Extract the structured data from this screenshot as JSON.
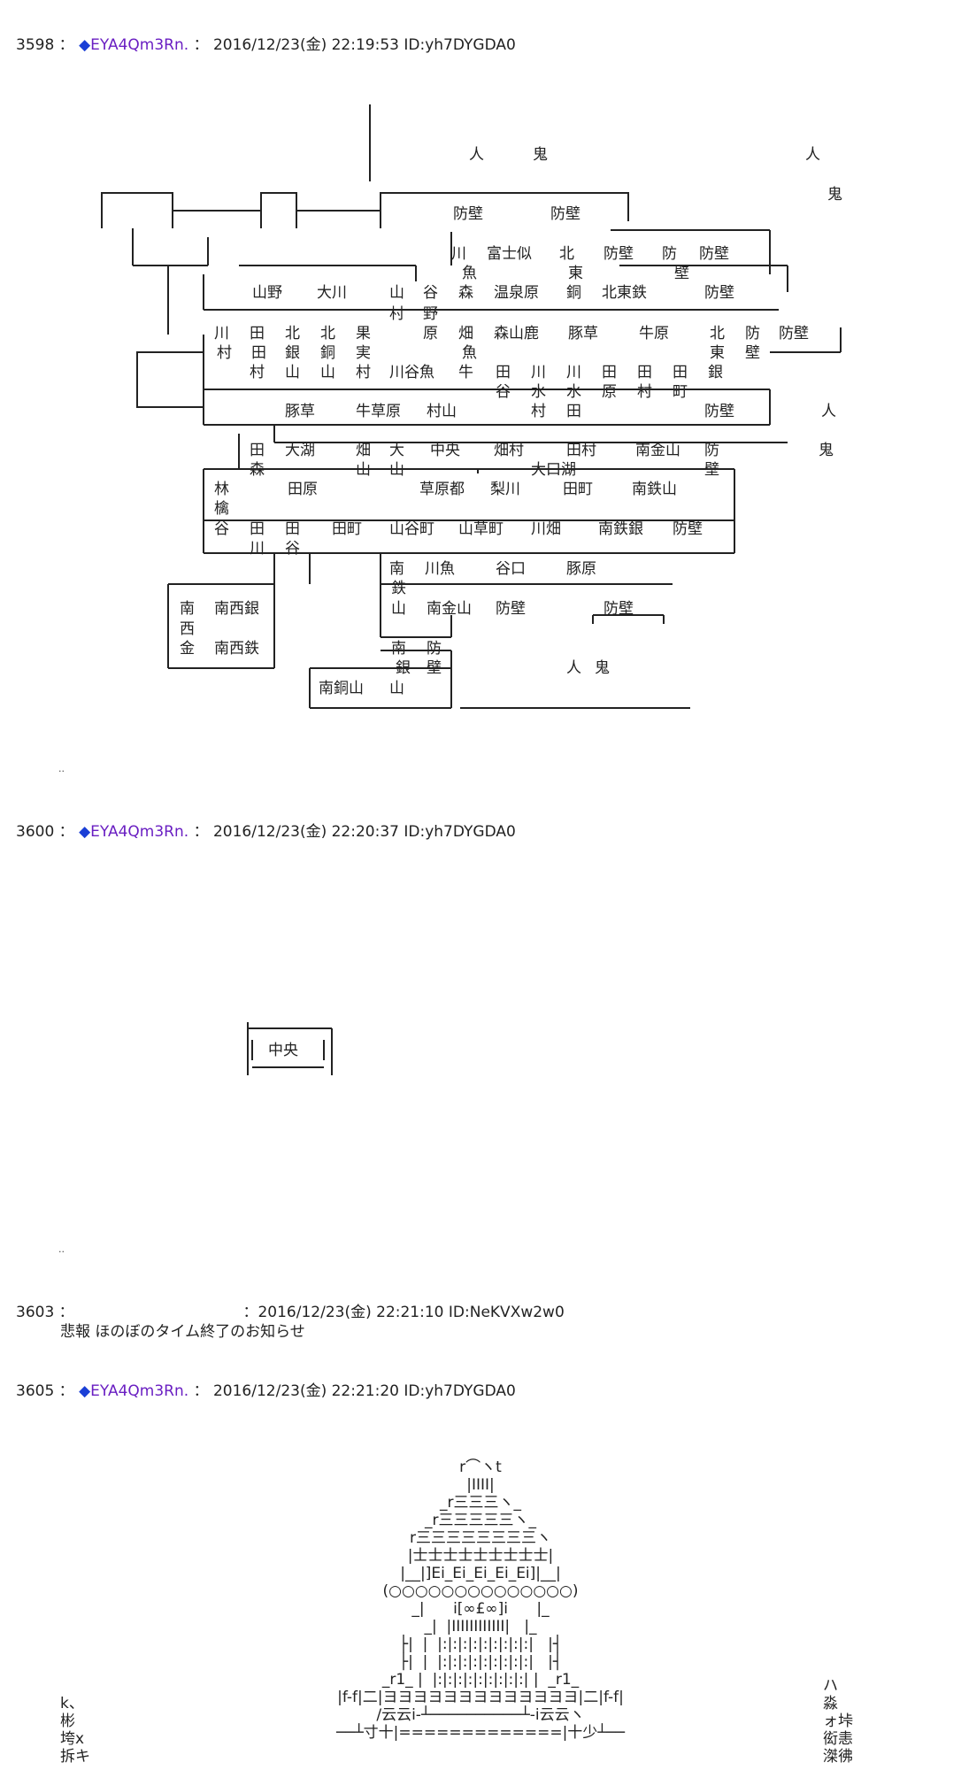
{
  "posts": [
    {
      "number": "3598",
      "diamond": "◆",
      "trip": "EYA4Qm3Rn.",
      "sep": "：",
      "date": "2016/12/23(金) 22:19:53",
      "id": "ID:yh7DYGDA0"
    },
    {
      "number": "3600",
      "diamond": "◆",
      "trip": "EYA4Qm3Rn.",
      "sep": "：",
      "date": "2016/12/23(金) 22:20:37",
      "id": "ID:yh7DYGDA0"
    },
    {
      "number": "3603",
      "diamond": "",
      "trip": "",
      "sep": "：",
      "date": "：2016/12/23(金) 22:21:10",
      "id": "ID:NeKVXw2w0",
      "body": "悲報 ほのぼのタイム終了のお知らせ"
    },
    {
      "number": "3605",
      "diamond": "◆",
      "trip": "EYA4Qm3Rn.",
      "sep": "：",
      "date": "2016/12/23(金) 22:21:20",
      "id": "ID:yh7DYGDA0"
    }
  ],
  "ellipsis": "..",
  "map_labels": [
    "人",
    "鬼",
    "人",
    "鬼",
    "防壁",
    "防壁",
    "川",
    "富士似",
    "北",
    "防壁",
    "防",
    "防壁",
    "魚",
    "東",
    "壁",
    "山野",
    "大川",
    "山",
    "谷",
    "森",
    "温泉原",
    "銅",
    "北東鉄",
    "防壁",
    "村",
    "野",
    "川",
    "田",
    "北",
    "北",
    "果",
    "原",
    "畑",
    "森山鹿",
    "豚草",
    "牛原",
    "北",
    "防",
    "防壁",
    "村",
    "田",
    "銀",
    "銅",
    "実",
    "魚",
    "東",
    "壁",
    "村",
    "山",
    "山",
    "村",
    "川谷魚",
    "牛",
    "田",
    "川",
    "川",
    "田",
    "田",
    "田",
    "銀",
    "谷",
    "水",
    "水",
    "原",
    "村",
    "町",
    "豚草",
    "牛草原",
    "村山",
    "村",
    "田",
    "防壁",
    "人",
    "田",
    "大湖",
    "畑",
    "大",
    "中央",
    "畑村",
    "田村",
    "南金山",
    "防",
    "鬼",
    "森",
    "山",
    "山",
    "大口湖",
    "壁",
    "林",
    "田原",
    "草原都",
    "梨川",
    "田町",
    "南鉄山",
    "檎",
    "谷",
    "田",
    "田",
    "田町",
    "山谷町",
    "山草町",
    "川畑",
    "南鉄銀",
    "防壁",
    "川",
    "谷",
    "南",
    "川魚",
    "谷口",
    "豚原",
    "鉄",
    "南",
    "南西銀",
    "山",
    "南金山",
    "防壁",
    "防壁",
    "西",
    "金",
    "南西鉄",
    "南",
    "防",
    "銀",
    "壁",
    "人",
    "鬼",
    "南銅山",
    "山"
  ],
  "map2_label": "中央",
  "castle_aa": [
    "r⌒ヽt",
    "|IIII|",
    "_r三三三ヽ_",
    "_r三三三三三ヽ_",
    "r三三三三三三三三ヽ",
    "|士士士士士士士士士|",
    "|__|]Ei_Ei_Ei_Ei_Ei]|__|",
    "(○○○○○○○○○○○○○○)",
    "_|      i[∞£∞]i      |_",
    "_|  |IIIIIIIIIIII|   |_",
    "├|  |  |:|:|:|:|:|:|:|:|:|   |┤",
    "├|  |  |:|:|:|:|:|:|:|:|:|   |┤",
    "_r1_ |  |:|:|:|:|:|:|:|:|:| |  _r1_",
    "|f-f|二|ヨヨヨヨヨヨヨヨヨヨヨヨヨ|二|f-f|",
    "/云云i-┴──────────┴-i云云ヽ",
    "──┴寸十|=============|十少┴──"
  ],
  "left_side_aa": [
    "k、",
    "彬",
    "垮x",
    "拆キ"
  ],
  "right_side_aa": [
    "ハ",
    "淼",
    "ォ垰",
    "衒恚",
    "滐彿"
  ]
}
